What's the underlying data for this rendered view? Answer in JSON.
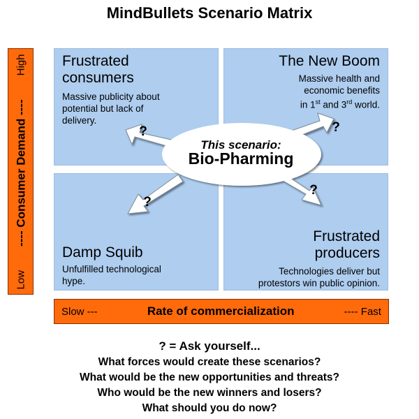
{
  "title": "MindBullets Scenario Matrix",
  "quadrants": {
    "top_left": {
      "title": "Frustrated\nconsumers",
      "desc": "Massive publicity about\npotential but lack of\ndelivery."
    },
    "top_right": {
      "title": "The New Boom",
      "desc_line1": "Massive health and",
      "desc_line2": "economic benefits",
      "desc_line3_pre": "in 1",
      "desc_sup1": "st",
      "desc_line3_mid": " and 3",
      "desc_sup2": "rd",
      "desc_line3_post": " world."
    },
    "bottom_left": {
      "title": "Damp Squib",
      "desc": "Unfulfilled technological\nhype."
    },
    "bottom_right": {
      "title": "Frustrated\nproducers",
      "desc": "Technologies deliver but\nprotestors win public opinion."
    }
  },
  "center": {
    "line1": "This scenario:",
    "line2": "Bio-Pharming"
  },
  "question_mark": "?",
  "axes": {
    "vertical": {
      "low": "Low",
      "label": "---- Consumer Demand ----",
      "high": "High"
    },
    "horizontal": {
      "low": "Slow ---",
      "label": "Rate of commercialization",
      "high": "---- Fast"
    }
  },
  "footer": [
    "? = Ask yourself...",
    "What forces would create these scenarios?",
    "What would be the new opportunities and threats?",
    "Who would be the new winners and losers?",
    "What should you do now?"
  ],
  "colors": {
    "quadrant_fill": "#aecdef",
    "axis_fill": "#ff6a0b",
    "arrow_fill": "#ffffff"
  }
}
